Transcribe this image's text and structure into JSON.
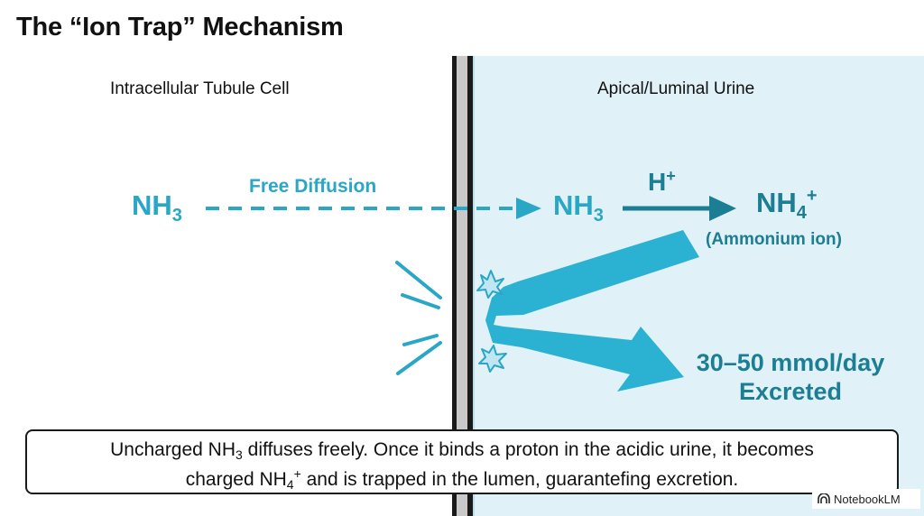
{
  "title": "The “Ion Trap” Mechanism",
  "regions": {
    "left_label": "Intracellular Tubule Cell",
    "right_label": "Apical/Luminal Urine"
  },
  "molecules": {
    "nh3_left": {
      "base": "NH",
      "sub": "3"
    },
    "nh3_right": {
      "base": "NH",
      "sub": "3"
    },
    "nh4": {
      "base": "NH",
      "sub": "4",
      "sup": "+"
    }
  },
  "labels": {
    "free_diffusion": "Free Diffusion",
    "proton": {
      "base": "H",
      "sup": "+"
    },
    "ammonium": "(Ammonium ion)",
    "excreted_line1": "30–50 mmol/day",
    "excreted_line2": "Excreted"
  },
  "caption": {
    "line1_a": "Uncharged NH",
    "line1_sub": "3",
    "line1_b": " diffuses freely. Once it binds a proton in the acidic urine, it becomes",
    "line2_a": "charged NH",
    "line2_sub": "4",
    "line2_sup": "+",
    "line2_b": " and is trapped in the lumen, guaranteﬁng excretion."
  },
  "watermark": {
    "text": "NotebookLM",
    "icon": "notebooklm-logo-icon"
  },
  "colors": {
    "accent_light": "#2aa6c6",
    "accent_dark": "#1c7e93",
    "lumen_bg": "#e1f1f8",
    "membrane": "#1a1a1a"
  }
}
